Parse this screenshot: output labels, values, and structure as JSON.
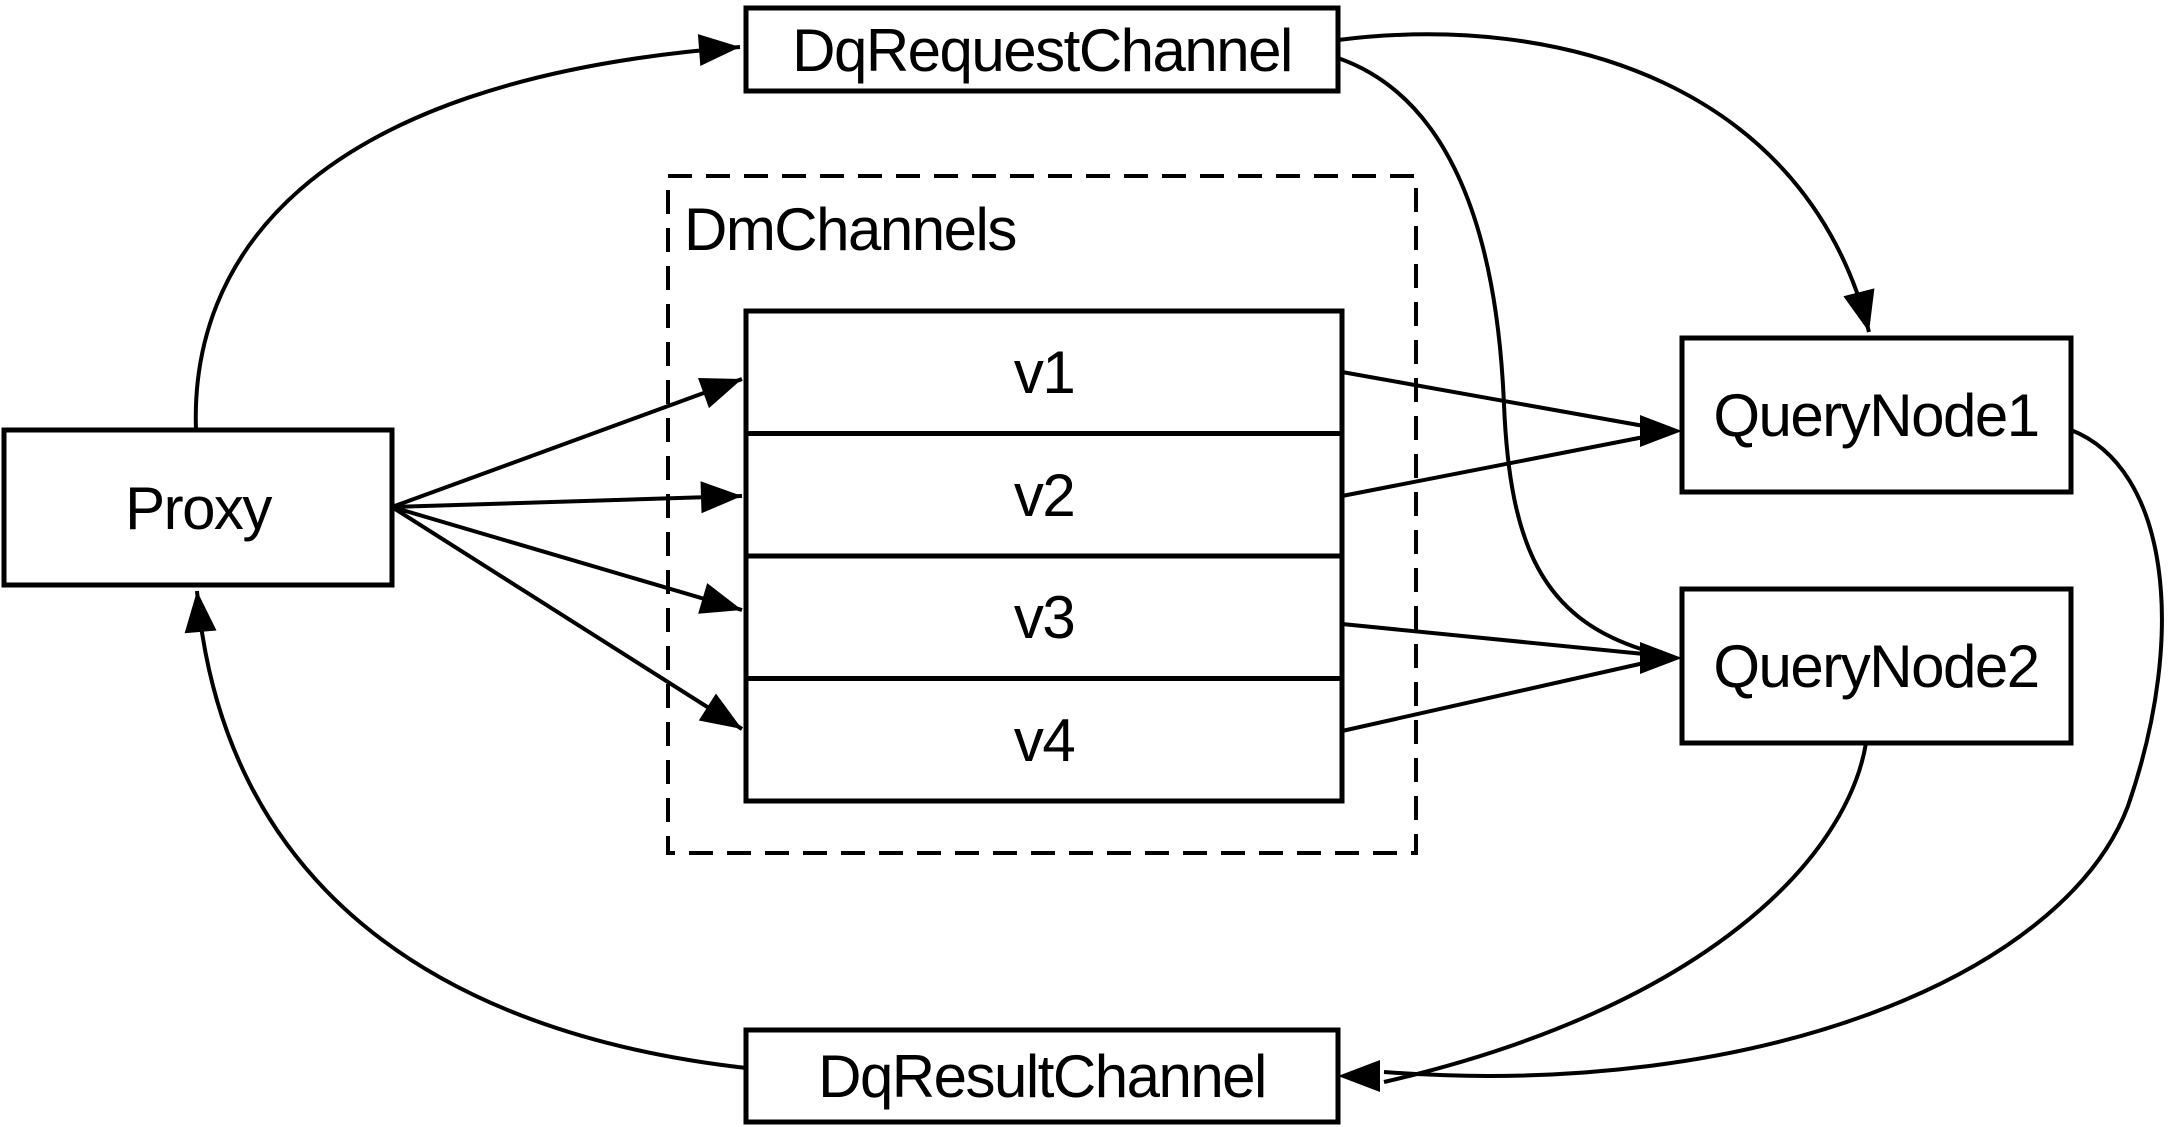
{
  "diagram": {
    "colors": {
      "background": "#ffffff",
      "line": "#000000",
      "box_fill": "#ffffff"
    },
    "nodes": {
      "proxy": {
        "label": "Proxy"
      },
      "dq_request_channel": {
        "label": "DqRequestChannel"
      },
      "dm_channels": {
        "label": "DmChannels"
      },
      "v1": {
        "label": "v1"
      },
      "v2": {
        "label": "v2"
      },
      "v3": {
        "label": "v3"
      },
      "v4": {
        "label": "v4"
      },
      "query_node1": {
        "label": "QueryNode1"
      },
      "query_node2": {
        "label": "QueryNode2"
      },
      "dq_result_channel": {
        "label": "DqResultChannel"
      }
    },
    "edges": [
      {
        "from": "proxy",
        "to": "dq_request_channel"
      },
      {
        "from": "dq_request_channel",
        "to": "query_node1"
      },
      {
        "from": "dq_request_channel",
        "to": "query_node2"
      },
      {
        "from": "proxy",
        "to": "v1"
      },
      {
        "from": "proxy",
        "to": "v2"
      },
      {
        "from": "proxy",
        "to": "v3"
      },
      {
        "from": "proxy",
        "to": "v4"
      },
      {
        "from": "v1",
        "to": "query_node1"
      },
      {
        "from": "v2",
        "to": "query_node1"
      },
      {
        "from": "v3",
        "to": "query_node2"
      },
      {
        "from": "v4",
        "to": "query_node2"
      },
      {
        "from": "query_node1",
        "to": "dq_result_channel"
      },
      {
        "from": "query_node2",
        "to": "dq_result_channel"
      },
      {
        "from": "dq_result_channel",
        "to": "proxy"
      }
    ]
  }
}
